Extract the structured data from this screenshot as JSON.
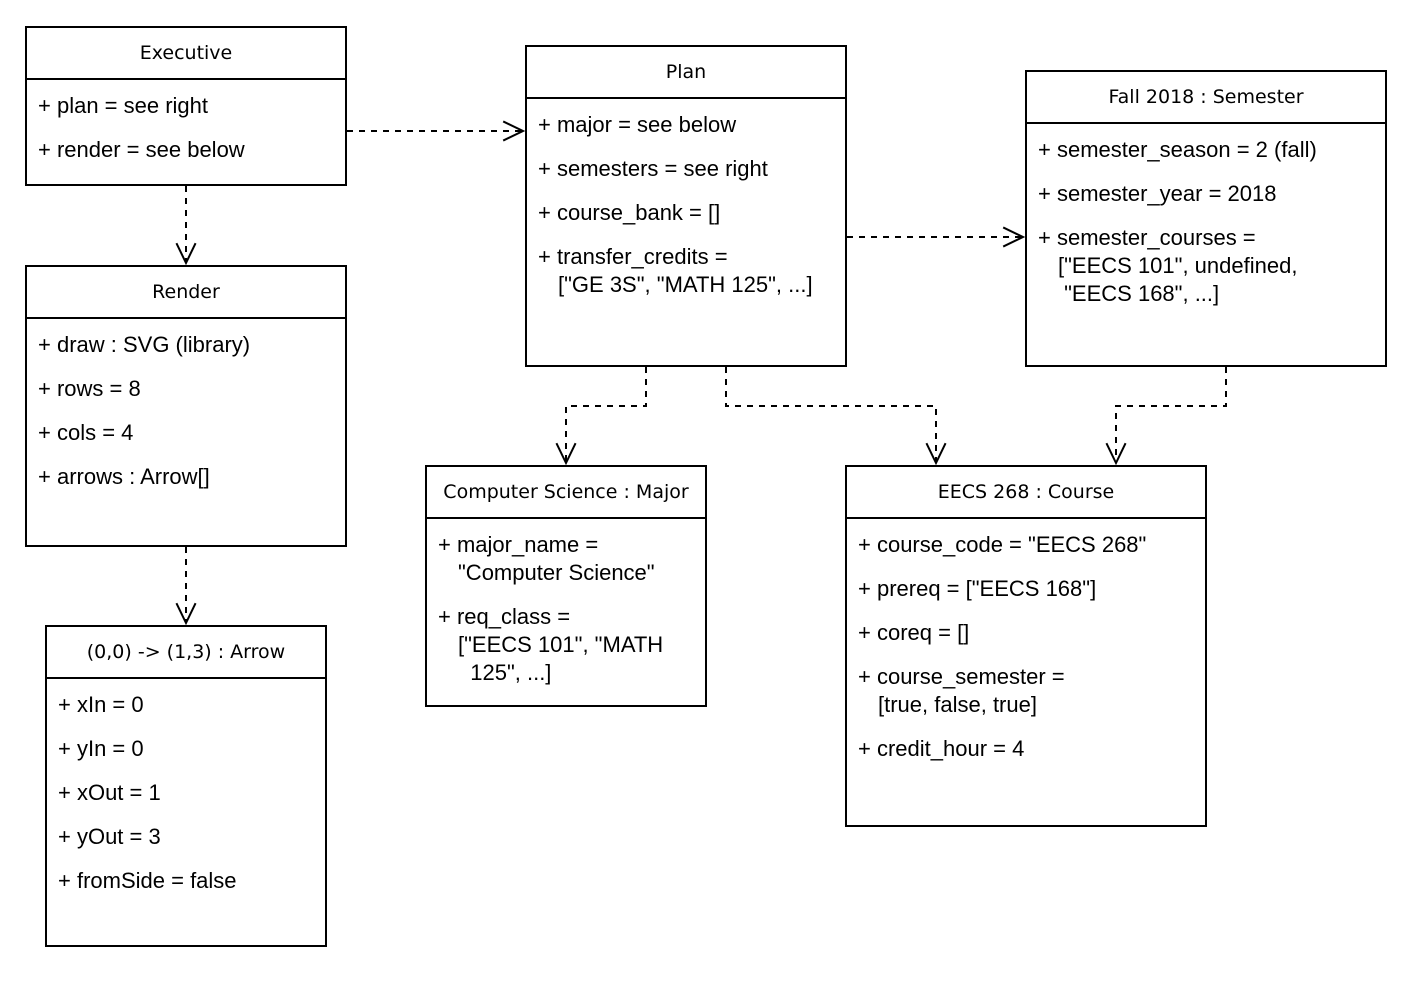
{
  "diagram": {
    "nodes": [
      {
        "id": "executive",
        "title": "Executive",
        "attributes": [
          [
            "+ plan = see right"
          ],
          [
            "+ render = see below"
          ]
        ]
      },
      {
        "id": "plan",
        "title": "Plan",
        "attributes": [
          [
            "+ major = see below"
          ],
          [
            "+ semesters = see right"
          ],
          [
            "+ course_bank = []"
          ],
          [
            "+ transfer_credits =",
            "[\"GE 3S\", \"MATH 125\", ...]"
          ]
        ]
      },
      {
        "id": "semester",
        "title": "Fall 2018 : Semester",
        "attributes": [
          [
            "+ semester_season = 2 (fall)"
          ],
          [
            "+ semester_year = 2018"
          ],
          [
            "+ semester_courses =",
            "[\"EECS 101\", undefined,",
            " \"EECS 168\", ...]"
          ]
        ]
      },
      {
        "id": "render",
        "title": "Render",
        "attributes": [
          [
            "+ draw : SVG (library)"
          ],
          [
            "+ rows = 8"
          ],
          [
            "+ cols = 4"
          ],
          [
            "+ arrows : Arrow[]"
          ]
        ]
      },
      {
        "id": "major",
        "title": "Computer Science : Major",
        "attributes": [
          [
            "+ major_name =",
            "\"Computer Science\""
          ],
          [
            "+ req_class =",
            "[\"EECS 101\", \"MATH",
            "  125\", ...]"
          ]
        ]
      },
      {
        "id": "course",
        "title": "EECS 268 : Course",
        "attributes": [
          [
            "+ course_code = \"EECS 268\""
          ],
          [
            "+ prereq = [\"EECS 168\"]"
          ],
          [
            "+ coreq = []"
          ],
          [
            "+ course_semester =",
            "[true, false, true]"
          ],
          [
            "+ credit_hour = 4"
          ]
        ]
      },
      {
        "id": "arrow",
        "title": "(0,0) -> (1,3) : Arrow",
        "attributes": [
          [
            "+ xIn = 0"
          ],
          [
            "+ yIn = 0"
          ],
          [
            "+ xOut = 1"
          ],
          [
            "+ yOut = 3"
          ],
          [
            "+ fromSide = false"
          ]
        ]
      }
    ],
    "edges": [
      {
        "from": "executive",
        "to": "plan",
        "style": "dashed",
        "head": "open-arrow"
      },
      {
        "from": "executive",
        "to": "render",
        "style": "dashed",
        "head": "open-arrow"
      },
      {
        "from": "render",
        "to": "arrow",
        "style": "dashed",
        "head": "open-arrow"
      },
      {
        "from": "plan",
        "to": "semester",
        "style": "dashed",
        "head": "open-arrow"
      },
      {
        "from": "plan",
        "to": "major",
        "style": "dashed",
        "head": "open-arrow"
      },
      {
        "from": "plan",
        "to": "course",
        "style": "dashed",
        "head": "open-arrow"
      },
      {
        "from": "semester",
        "to": "course",
        "style": "dashed",
        "head": "open-arrow"
      }
    ]
  }
}
